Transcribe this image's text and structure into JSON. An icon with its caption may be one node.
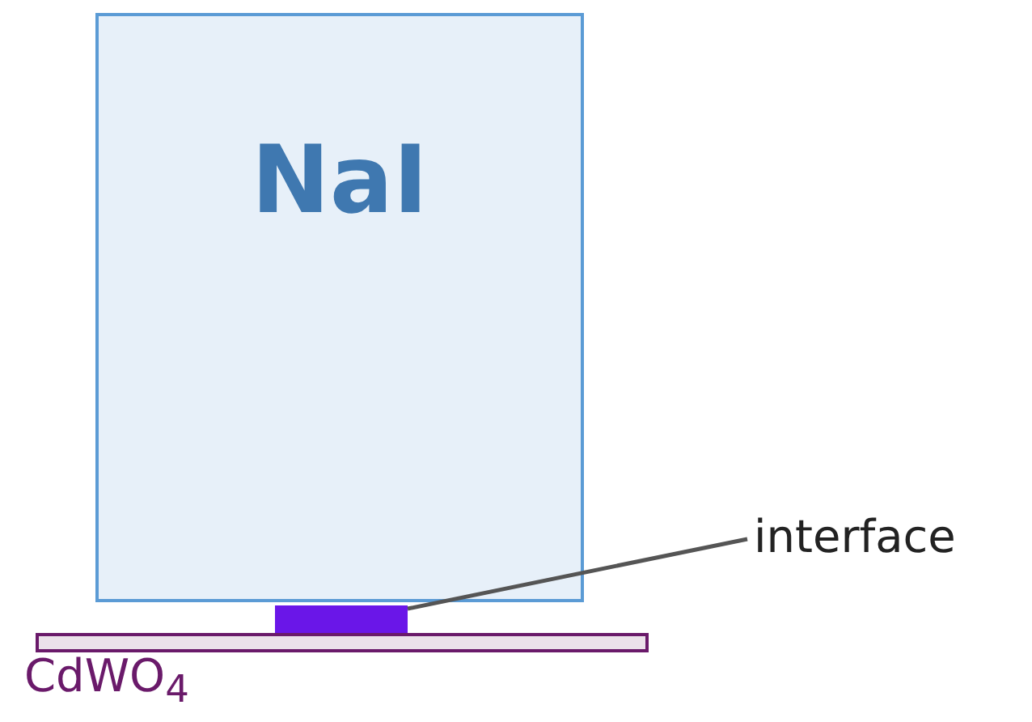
{
  "diagram": {
    "nodes": [
      {
        "text": [
          "NaI"
        ]
      },
      {
        "text": [
          "CdWO$_{4}$"
        ]
      },
      {
        "text": [
          "interface"
        ]
      },
      {
        "text": [],
        "shape": "box"
      }
    ],
    "edges": [
      {
        "from": 2,
        "to": 3,
        "arrow": "none"
      }
    ]
  }
}
